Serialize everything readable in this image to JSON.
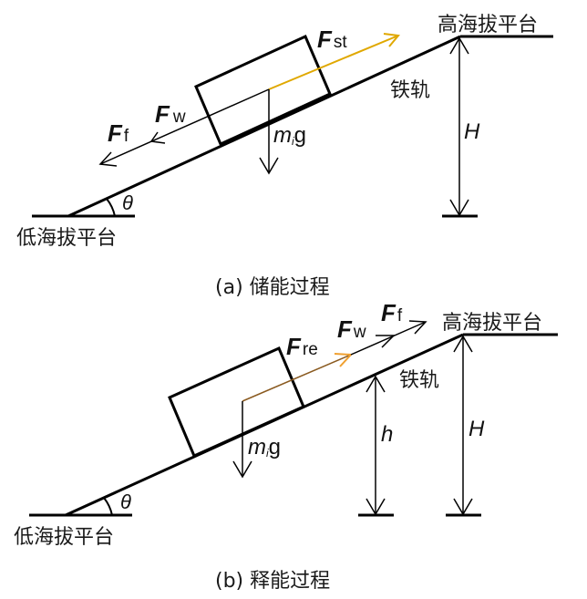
{
  "colors": {
    "line": "#000000",
    "storage_force": "#E0A800",
    "release_force": "#F0A030",
    "release_force_dark": "#8a5a20",
    "text": "#1a1a1a"
  },
  "panel_a": {
    "caption": "(a) 储能过程",
    "low_platform": "低海拔平台",
    "high_platform": "高海拔平台",
    "rail": "铁轨",
    "angle": "θ",
    "height": "H",
    "forces": {
      "storage": {
        "symbol": "F",
        "sub": "st"
      },
      "wind": {
        "symbol": "F",
        "sub": "w"
      },
      "friction": {
        "symbol": "F",
        "sub": "f"
      },
      "gravity": {
        "mass": "m",
        "index": "i",
        "g": "g"
      }
    }
  },
  "panel_b": {
    "caption": "(b) 释能过程",
    "low_platform": "低海拔平台",
    "high_platform": "高海拔平台",
    "rail": "铁轨",
    "angle": "θ",
    "height_current": "h",
    "height": "H",
    "forces": {
      "release": {
        "symbol": "F",
        "sub": "re"
      },
      "wind": {
        "symbol": "F",
        "sub": "w"
      },
      "friction": {
        "symbol": "F",
        "sub": "f"
      },
      "gravity": {
        "mass": "m",
        "index": "i",
        "g": "g"
      }
    }
  }
}
